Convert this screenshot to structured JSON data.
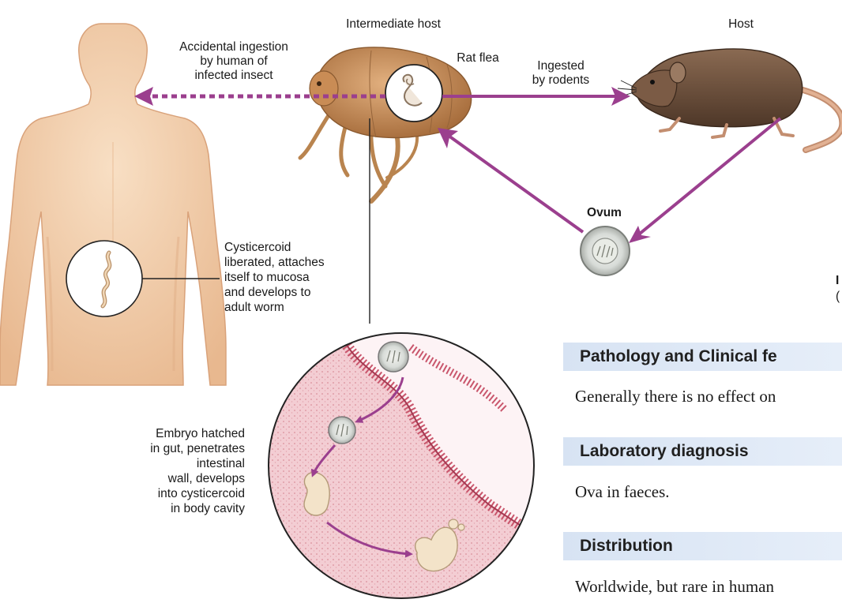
{
  "diagram": {
    "labels": {
      "intermediate_host": "Intermediate host",
      "host": "Host",
      "rat_flea": "Rat flea",
      "ingested_by_rodents_1": "Ingested",
      "ingested_by_rodents_2": "by rodents",
      "accidental_1": "Accidental ingestion",
      "accidental_2": "by human of",
      "accidental_3": "infected insect",
      "ovum": "Ovum",
      "cysticercoid_1": "Cysticercoid",
      "cysticercoid_2": "liberated, attaches",
      "cysticercoid_3": "itself to mucosa",
      "cysticercoid_4": "and develops to",
      "cysticercoid_5": "adult worm",
      "embryo_1": "Embryo hatched",
      "embryo_2": "in gut, penetrates",
      "embryo_3": "intestinal",
      "embryo_4": "wall, develops",
      "embryo_5": "into cysticercoid",
      "embryo_6": "in body cavity"
    },
    "cut_off_right_1": "I",
    "cut_off_right_2": "("
  },
  "sections": [
    {
      "heading": "Pathology and Clinical fe",
      "text": "Generally there is no effect on"
    },
    {
      "heading": "Laboratory diagnosis",
      "text": "Ova in faeces."
    },
    {
      "heading": "Distribution",
      "text": "Worldwide, but rare in human"
    }
  ],
  "colors": {
    "arrow": "#9b3f8e",
    "skin": "#f2cfae",
    "flea": "#c98c55",
    "rat": "#7a5a45",
    "tissue": "#f1c9cf",
    "band": "#d7e3f3"
  }
}
